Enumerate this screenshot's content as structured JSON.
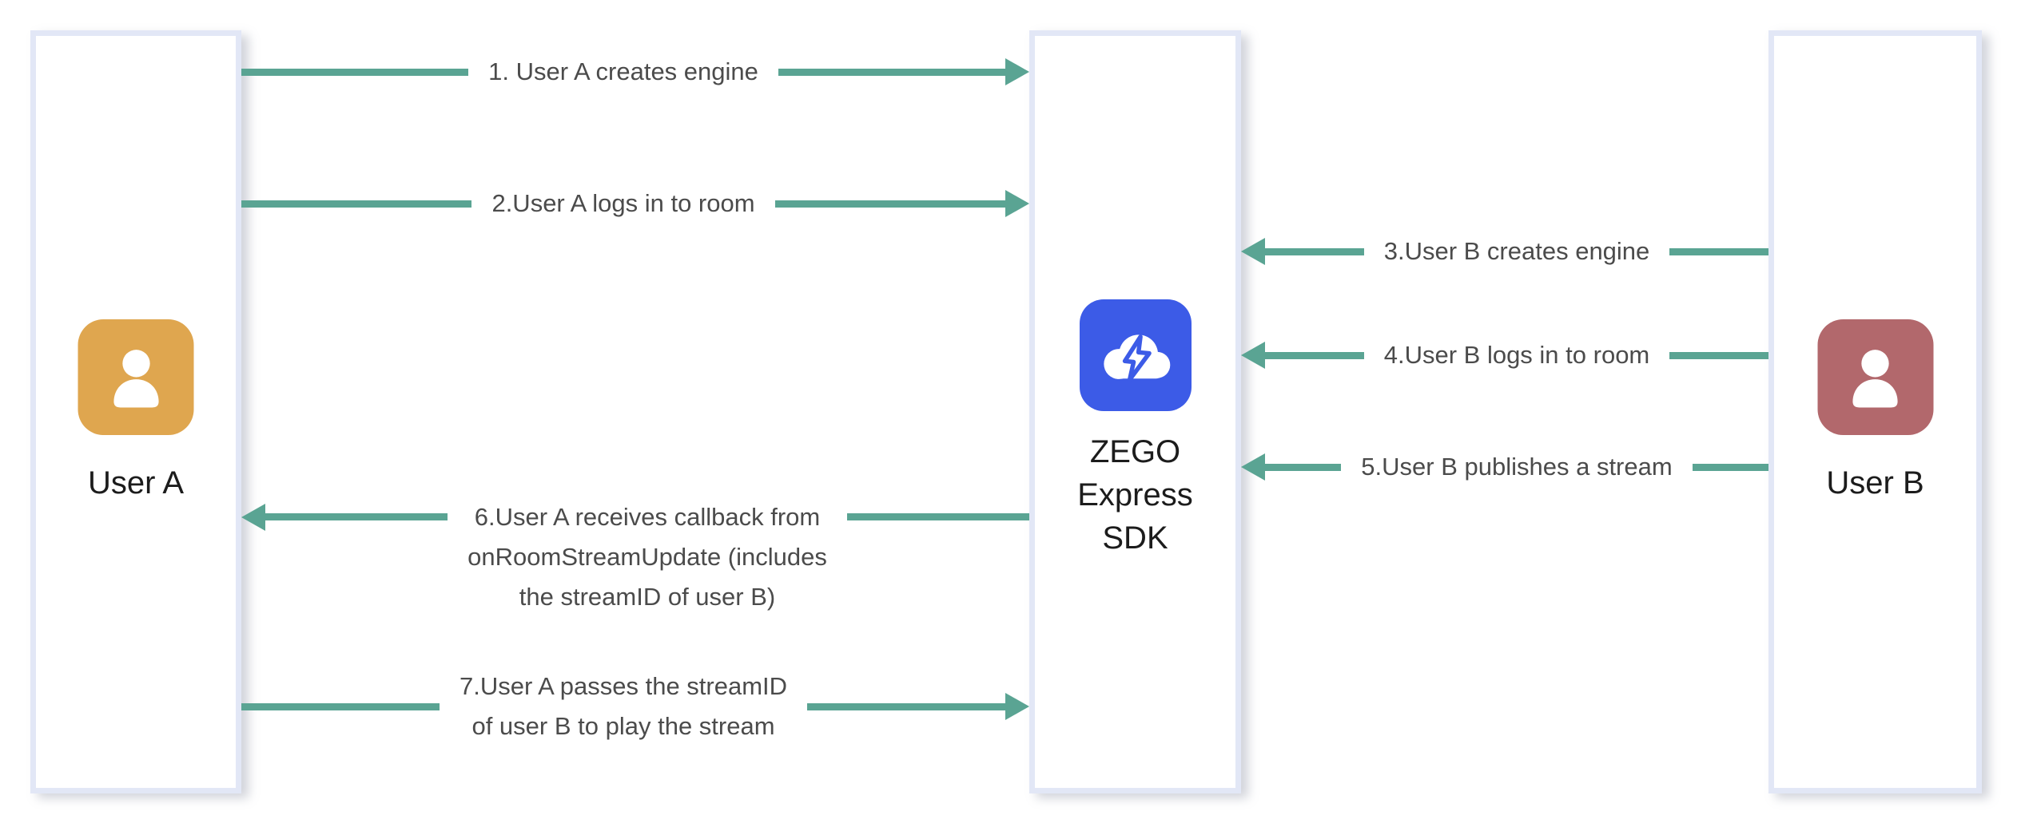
{
  "diagram": {
    "type": "sequence-flow",
    "description": "ZEGO Express SDK stream publish/play flow between User A and User B"
  },
  "colors": {
    "arrow": "#5aa493",
    "box_border": "#e2e7f6",
    "label_text": "#1c1c1c",
    "message_text": "#4b4b4b",
    "user_a_icon": "#dfa64f",
    "user_b_icon": "#b2686c",
    "sdk_icon": "#3c5be7"
  },
  "actors": [
    {
      "name": "User A",
      "icon": "person-icon",
      "icon_color": "#dfa64f"
    },
    {
      "name": "ZEGO Express SDK",
      "label_lines": [
        "ZEGO",
        "Express",
        "SDK"
      ],
      "icon": "cloud-lightning-icon",
      "icon_color": "#3c5be7"
    },
    {
      "name": "User B",
      "icon": "person-icon",
      "icon_color": "#b2686c"
    }
  ],
  "messages": [
    {
      "num": 1,
      "from": "User A",
      "to": "ZEGO Express SDK",
      "direction": "right",
      "lines": [
        "1. User A creates engine"
      ]
    },
    {
      "num": 2,
      "from": "User A",
      "to": "ZEGO Express SDK",
      "direction": "right",
      "lines": [
        "2.User A logs in to room"
      ]
    },
    {
      "num": 3,
      "from": "User B",
      "to": "ZEGO Express SDK",
      "direction": "left",
      "lines": [
        "3.User B creates engine"
      ]
    },
    {
      "num": 4,
      "from": "User B",
      "to": "ZEGO Express SDK",
      "direction": "left",
      "lines": [
        "4.User B logs in to room"
      ]
    },
    {
      "num": 5,
      "from": "User B",
      "to": "ZEGO Express SDK",
      "direction": "left",
      "lines": [
        "5.User B publishes a stream"
      ]
    },
    {
      "num": 6,
      "from": "ZEGO Express SDK",
      "to": "User A",
      "direction": "left",
      "lines": [
        "6.User A receives callback from",
        "onRoomStreamUpdate (includes",
        "the streamID of user B)"
      ]
    },
    {
      "num": 7,
      "from": "User A",
      "to": "ZEGO Express SDK",
      "direction": "right",
      "lines": [
        "7.User A passes the streamID",
        "of user B to play the stream"
      ]
    }
  ]
}
